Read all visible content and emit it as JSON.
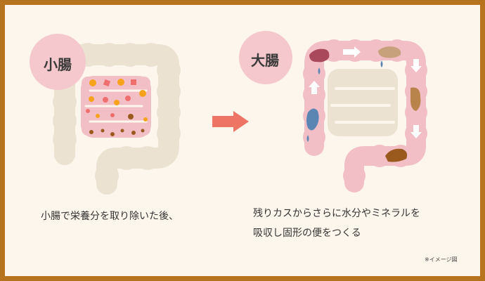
{
  "labels": {
    "small_intestine": "小腸",
    "large_intestine": "大腸"
  },
  "captions": {
    "small_intestine": "小腸で栄養分を取り除いた後、",
    "large_intestine_line1": "残りカスからさらに水分やミネラルを",
    "large_intestine_line2": "吸収し固形の便をつくる"
  },
  "note": "※イメージ図",
  "colors": {
    "frame": "#b8731f",
    "background": "#fdf6ec",
    "badge": "#f4c8cc",
    "intestine_outline": "#ece2d2",
    "intestine_pink": "#f2bfc6",
    "arrow": "#ee7466",
    "water_drop": "#5b86b4",
    "stool_brown": "#9a5a1e"
  },
  "icons": {
    "flow_arrow": "right-arrow-icon",
    "direction_arrows": "white-arrow-icon",
    "water": "water-drop-icon"
  }
}
